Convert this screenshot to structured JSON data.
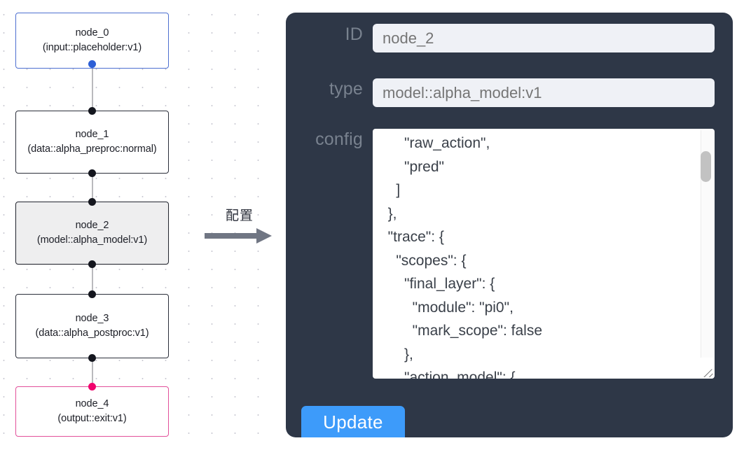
{
  "graph": {
    "nodes": [
      {
        "id": "node_0",
        "type_label": "(input::placeholder:v1)",
        "state": "input"
      },
      {
        "id": "node_1",
        "type_label": "(data::alpha_preproc:normal)",
        "state": "default"
      },
      {
        "id": "node_2",
        "type_label": "(model::alpha_model:v1)",
        "state": "selected"
      },
      {
        "id": "node_3",
        "type_label": "(data::alpha_postproc:v1)",
        "state": "default"
      },
      {
        "id": "node_4",
        "type_label": "(output::exit:v1)",
        "state": "output"
      }
    ],
    "colors": {
      "input_border": "#4d6fd0",
      "output_border": "#e2509a",
      "selected_fill": "#eeeeef",
      "edge": "#b9b9bd",
      "handle": "#14161e",
      "handle_input": "#2c5fd6",
      "handle_output": "#f1046e"
    }
  },
  "annotation": {
    "label": "配置",
    "arrow_icon": "arrow-right-icon",
    "arrow_color": "#707683"
  },
  "panel": {
    "background": "#2e3747",
    "fields": {
      "id": {
        "label": "ID",
        "value": "node_2",
        "placeholder": "node_2"
      },
      "type": {
        "label": "type",
        "value": "model::alpha_model:v1",
        "placeholder": "model::alpha_model:v1"
      },
      "config": {
        "label": "config",
        "value": "      \"raw_action\",\n      \"pred\"\n    ]\n  },\n  \"trace\": {\n    \"scopes\": {\n      \"final_layer\": {\n        \"module\": \"pi0\",\n        \"mark_scope\": false\n      },\n      \"action_model\": {",
        "scrollbar": "vertical-scrollbar",
        "resize_handle": "resize-grip-icon"
      }
    },
    "update_button": {
      "label": "Update",
      "color": "#3d9bfa"
    }
  }
}
